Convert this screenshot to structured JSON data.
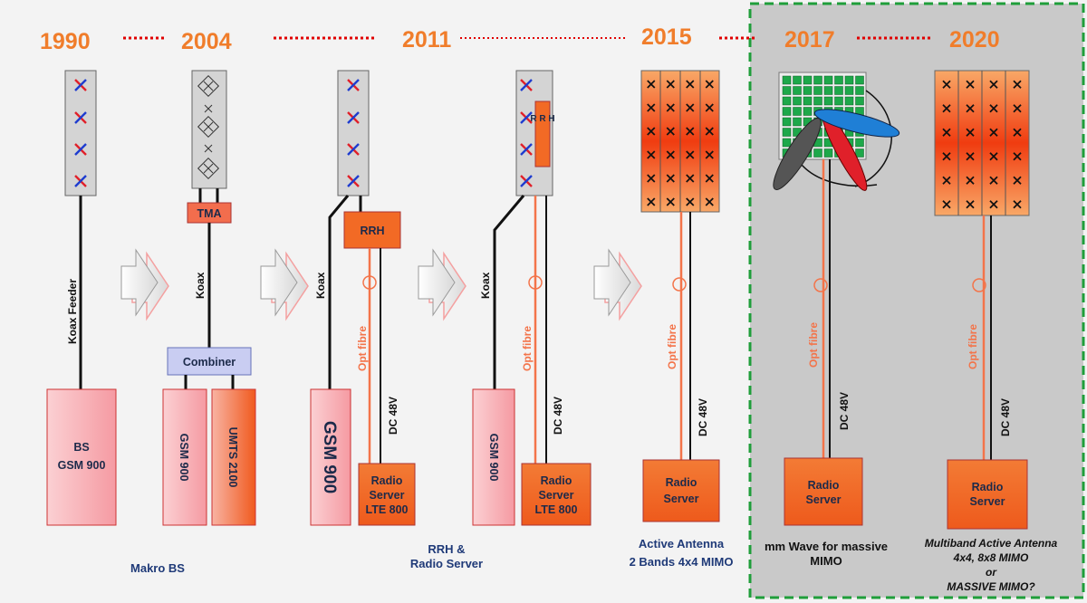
{
  "years": [
    "1990",
    "2004",
    "2011",
    "2015",
    "2017",
    "2020"
  ],
  "labels": {
    "koax_feeder": "Koax Feeder",
    "koax": "Koax",
    "opt_fibre": "Opt fibre",
    "dc_48v": "DC 48V",
    "tma": "TMA",
    "combiner": "Combiner",
    "rrh": "RRH",
    "rrh_vertical": "R R H",
    "bs_line1": "BS",
    "bs_line2": "GSM 900",
    "gsm900": "GSM 900",
    "umts2100": "UMTS 2100",
    "radio_server": "Radio",
    "radio_server_line2": "Server",
    "lte800": "LTE 800"
  },
  "captions": {
    "makro_bs": "Makro BS",
    "rrh_radio_line1": "RRH &",
    "rrh_radio_line2": "Radio Server",
    "active_line1": "Active Antenna",
    "active_line2": "2 Bands 4x4 MIMO",
    "mmwave_line1": "mm Wave for massive",
    "mmwave_line2": "MIMO",
    "multiband_line1": "Multiband Active Antenna",
    "multiband_line2": "4x4, 8x8 MIMO",
    "multiband_line3": "or",
    "multiband_line4": "MASSIVE MIMO?"
  },
  "colors": {
    "accent_orange": "#f07d2b",
    "dotted_red": "#e00000",
    "green_frame": "#1f9e3a",
    "pink_box": "#f8b6bb",
    "radio_orange": "#f26a25",
    "fibre": "#f3744a",
    "navy_text": "#1f3a78"
  }
}
